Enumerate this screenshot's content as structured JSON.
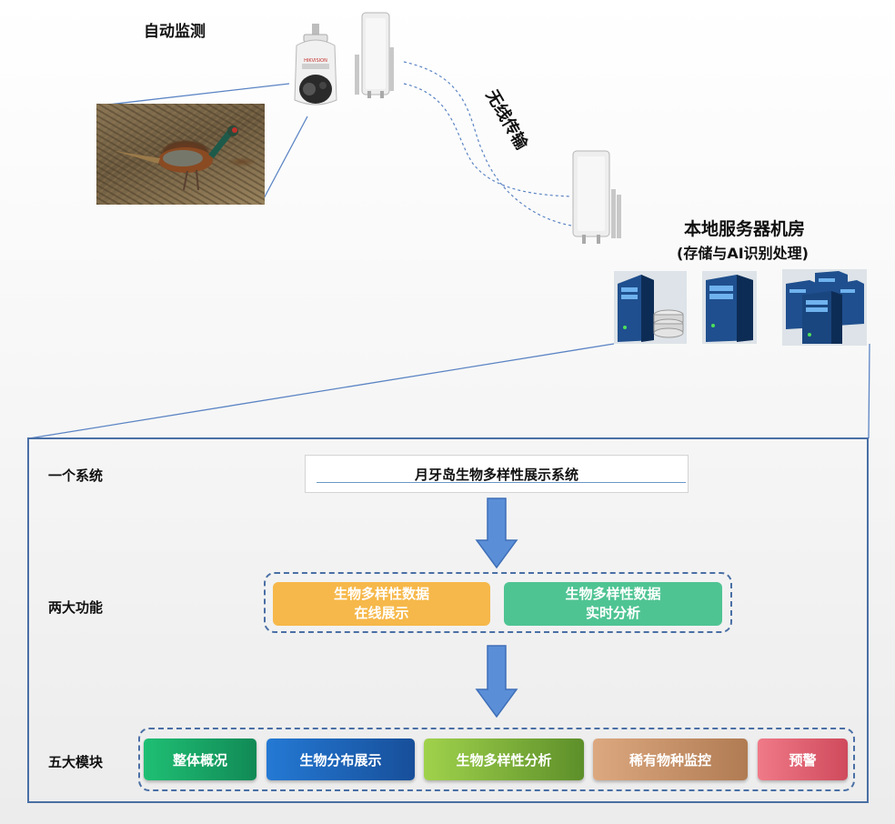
{
  "monitor": {
    "label": "自动监测"
  },
  "wireless": {
    "label": "无线传输"
  },
  "server_room": {
    "title": "本地服务器机房",
    "subtitle": "(存储与AI识别处理)"
  },
  "system": {
    "row_labels": {
      "system": "一个系统",
      "functions": "两大功能",
      "modules": "五大模块"
    },
    "title": "月牙岛生物多样性展示系统",
    "functions": [
      {
        "label": "生物多样性数据\n在线展示",
        "color": "#f6b84a"
      },
      {
        "label": "生物多样性数据\n实时分析",
        "color": "#4fc493"
      }
    ],
    "modules": [
      {
        "label": "整体概况",
        "color": "#17a86b"
      },
      {
        "label": "生物分布展示",
        "color": "#1f6fc2"
      },
      {
        "label": "生物多样性分析",
        "color": "#7dbb3a"
      },
      {
        "label": "稀有物种监控",
        "color": "#c8926a"
      },
      {
        "label": "预警",
        "color": "#e06070"
      }
    ]
  },
  "colors": {
    "frame": "#4a6fa5",
    "arrow": "#5a8fd8"
  },
  "icons": [
    "camera-icon",
    "wireless-antenna-icon",
    "server-icon",
    "database-icon",
    "server-cluster-icon",
    "pheasant-photo"
  ]
}
